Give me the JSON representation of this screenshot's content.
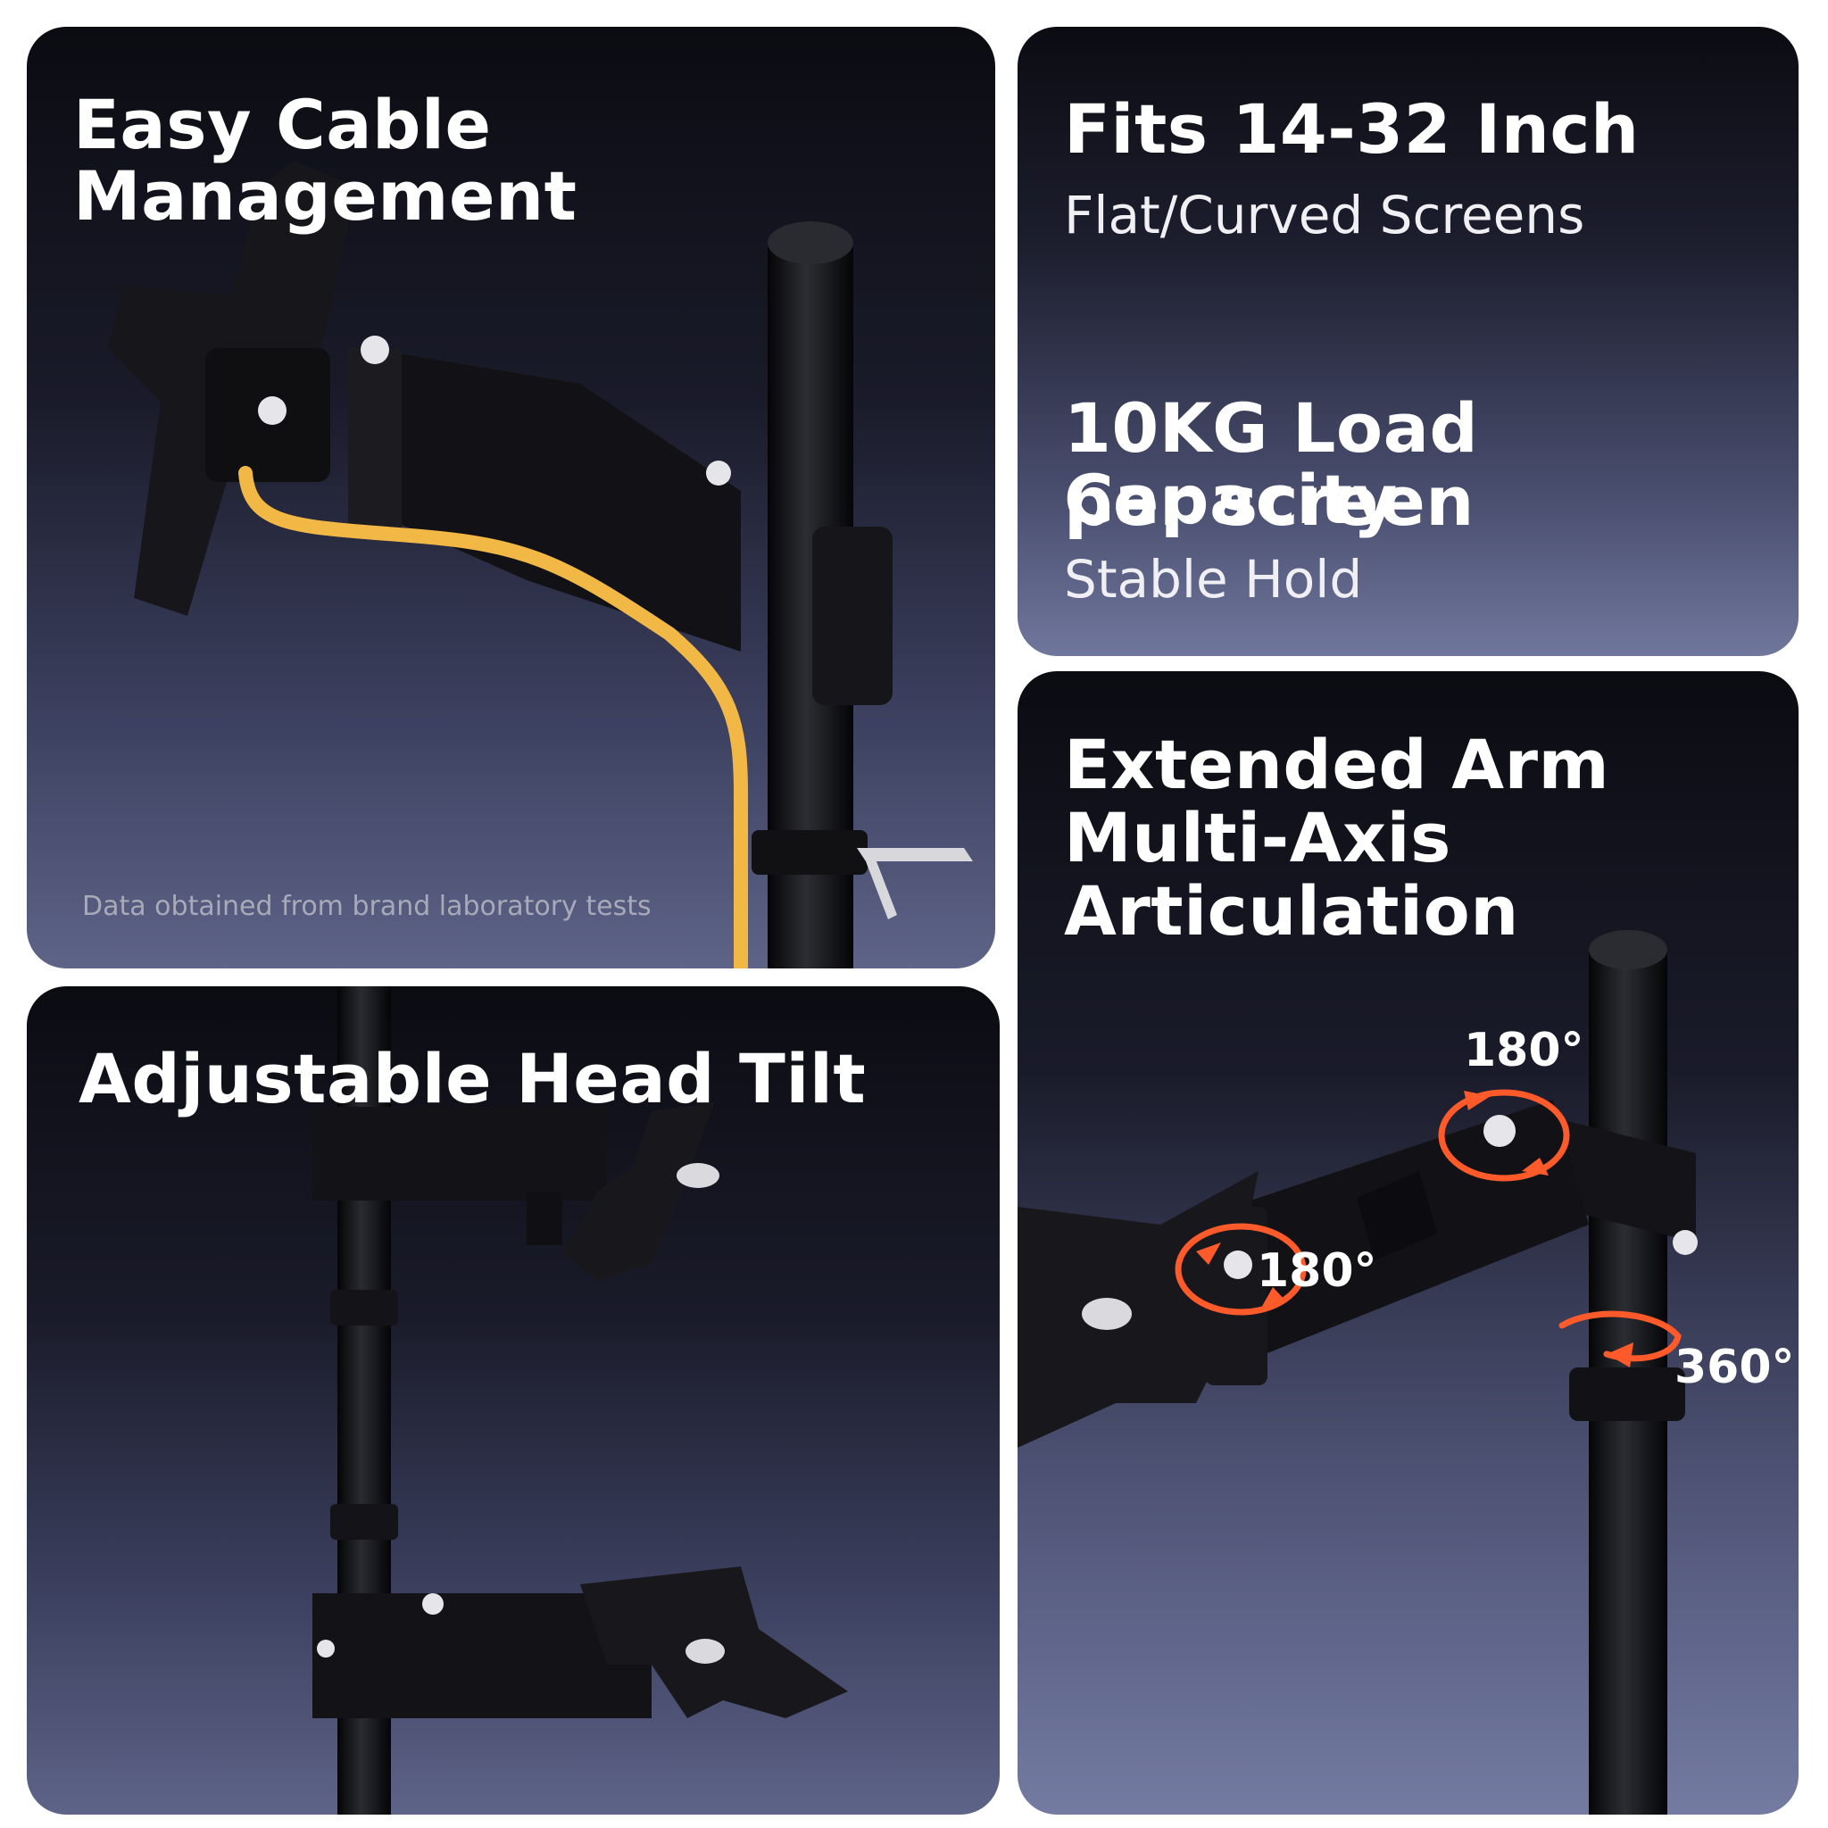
{
  "panels": {
    "cable": {
      "title": "Easy Cable Management",
      "note": "Data obtained from brand laboratory tests"
    },
    "fits": {
      "title": "Fits 14-32 Inch",
      "subtitle": "Flat/Curved Screens",
      "load_title_line1": "10KG Load Capacity",
      "load_title_line2": "per screen",
      "load_subtitle": "Stable Hold"
    },
    "tilt": {
      "title": "Adjustable Head Tilt"
    },
    "arm": {
      "title_line1": "Extended Arm",
      "title_line2": "Multi-Axis",
      "title_line3": "Articulation",
      "rotation_top": "180°",
      "rotation_head": "180°",
      "rotation_pole": "360°"
    }
  },
  "colors": {
    "rotation_arrow": "#ff5a2a",
    "cable": "#f2b845"
  }
}
